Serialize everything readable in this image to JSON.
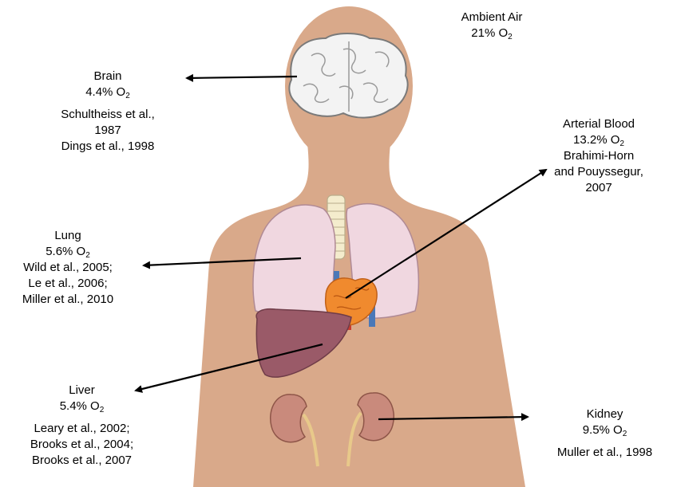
{
  "ambient": {
    "name": "Ambient Air",
    "value": "21% O",
    "sub": "2"
  },
  "brain": {
    "name": "Brain",
    "value": "4.4% O",
    "sub": "2",
    "refs": [
      "Schultheiss et al.,",
      "1987",
      "Dings et al., 1998"
    ]
  },
  "arterial": {
    "name": "Arterial Blood",
    "value": "13.2% O",
    "sub": "2",
    "refs": [
      "Brahimi-Horn",
      "and Pouyssegur,",
      "2007"
    ]
  },
  "lung": {
    "name": "Lung",
    "value": "5.6% O",
    "sub": "2",
    "refs": [
      "Wild et al., 2005;",
      "Le et al., 2006;",
      "Miller et al., 2010"
    ]
  },
  "liver": {
    "name": "Liver",
    "value": "5.4% O",
    "sub": "2",
    "refs": [
      "Leary et al., 2002;",
      "Brooks et al., 2004;",
      "Brooks et al., 2007"
    ]
  },
  "kidney": {
    "name": "Kidney",
    "value": "9.5% O",
    "sub": "2",
    "refs": [
      "Muller et al., 1998"
    ]
  },
  "colors": {
    "skin": "#d9a98a",
    "brain": "#f3f3f3",
    "lung": "#f0d7e0",
    "liver": "#9a5a68",
    "kidney": "#c98a7c",
    "heart": "#f08a2e"
  },
  "icons": [
    "brain-illustration",
    "lung-illustration",
    "heart-illustration",
    "liver-illustration",
    "kidney-illustration"
  ]
}
